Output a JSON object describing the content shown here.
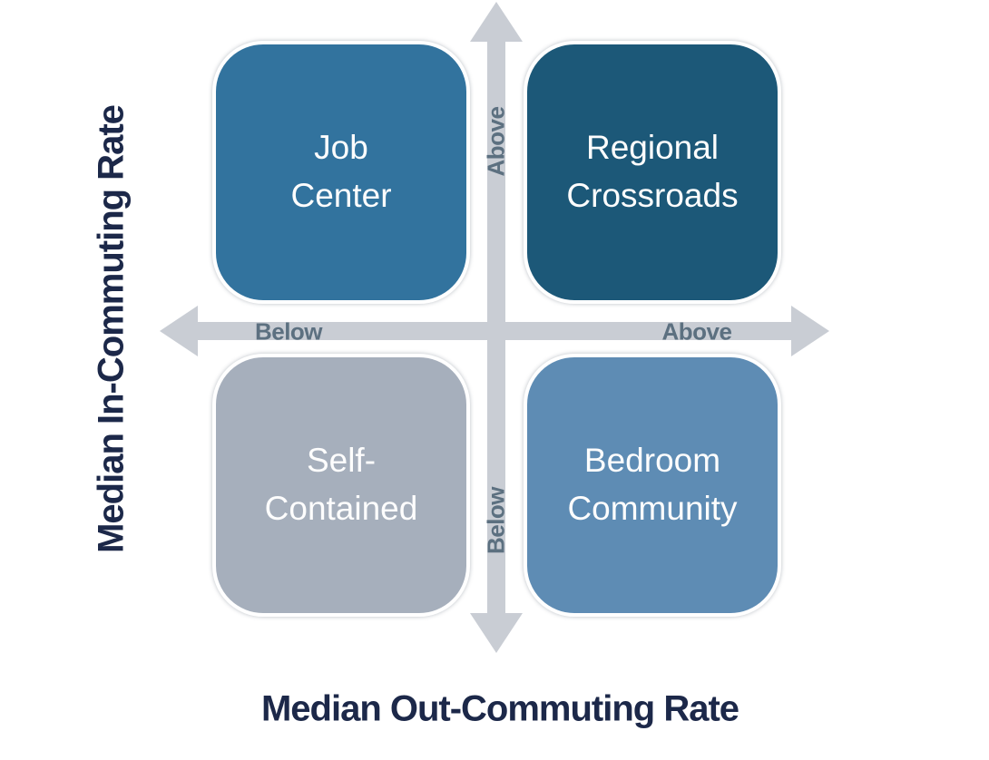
{
  "diagram": {
    "axis_titles": {
      "y": "Median In-Commuting Rate",
      "x": "Median Out-Commuting Rate"
    },
    "ticks": {
      "y_top": "Above",
      "y_bottom": "Below",
      "x_left": "Below",
      "x_right": "Above"
    },
    "quadrants": {
      "top_left": {
        "label": "Job Center",
        "line1": "Job",
        "line2": "Center",
        "color": "#32739E"
      },
      "top_right": {
        "label": "Regional Crossroads",
        "line1": "Regional",
        "line2": "Crossroads",
        "color": "#1C5878"
      },
      "bottom_left": {
        "label": "Self-Contained",
        "line1": "Self-",
        "line2": "Contained",
        "color": "#A6AFBC"
      },
      "bottom_right": {
        "label": "Bedroom Community",
        "line1": "Bedroom",
        "line2": "Community",
        "color": "#5E8CB4"
      }
    },
    "colors": {
      "arrow": "#C9CDD4",
      "tick_text": "#5C7080",
      "title_text": "#1C2849",
      "box_text": "#FDFDFD",
      "background": "#FFFFFF"
    }
  }
}
